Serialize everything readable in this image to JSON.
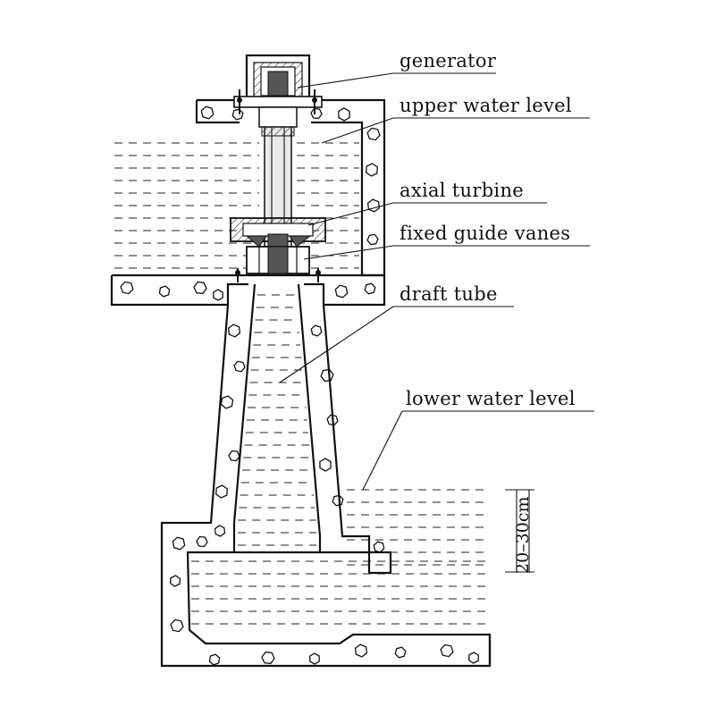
{
  "labels": {
    "generator": "generator",
    "upper_water_level": "upper water level",
    "axial_turbine": "axial turbine",
    "fixed_guide_vanes": "fixed guide vanes",
    "draft_tube": "draft tube",
    "lower_water_level": "lower water level"
  },
  "dimension": {
    "depth": "20–30cm"
  }
}
